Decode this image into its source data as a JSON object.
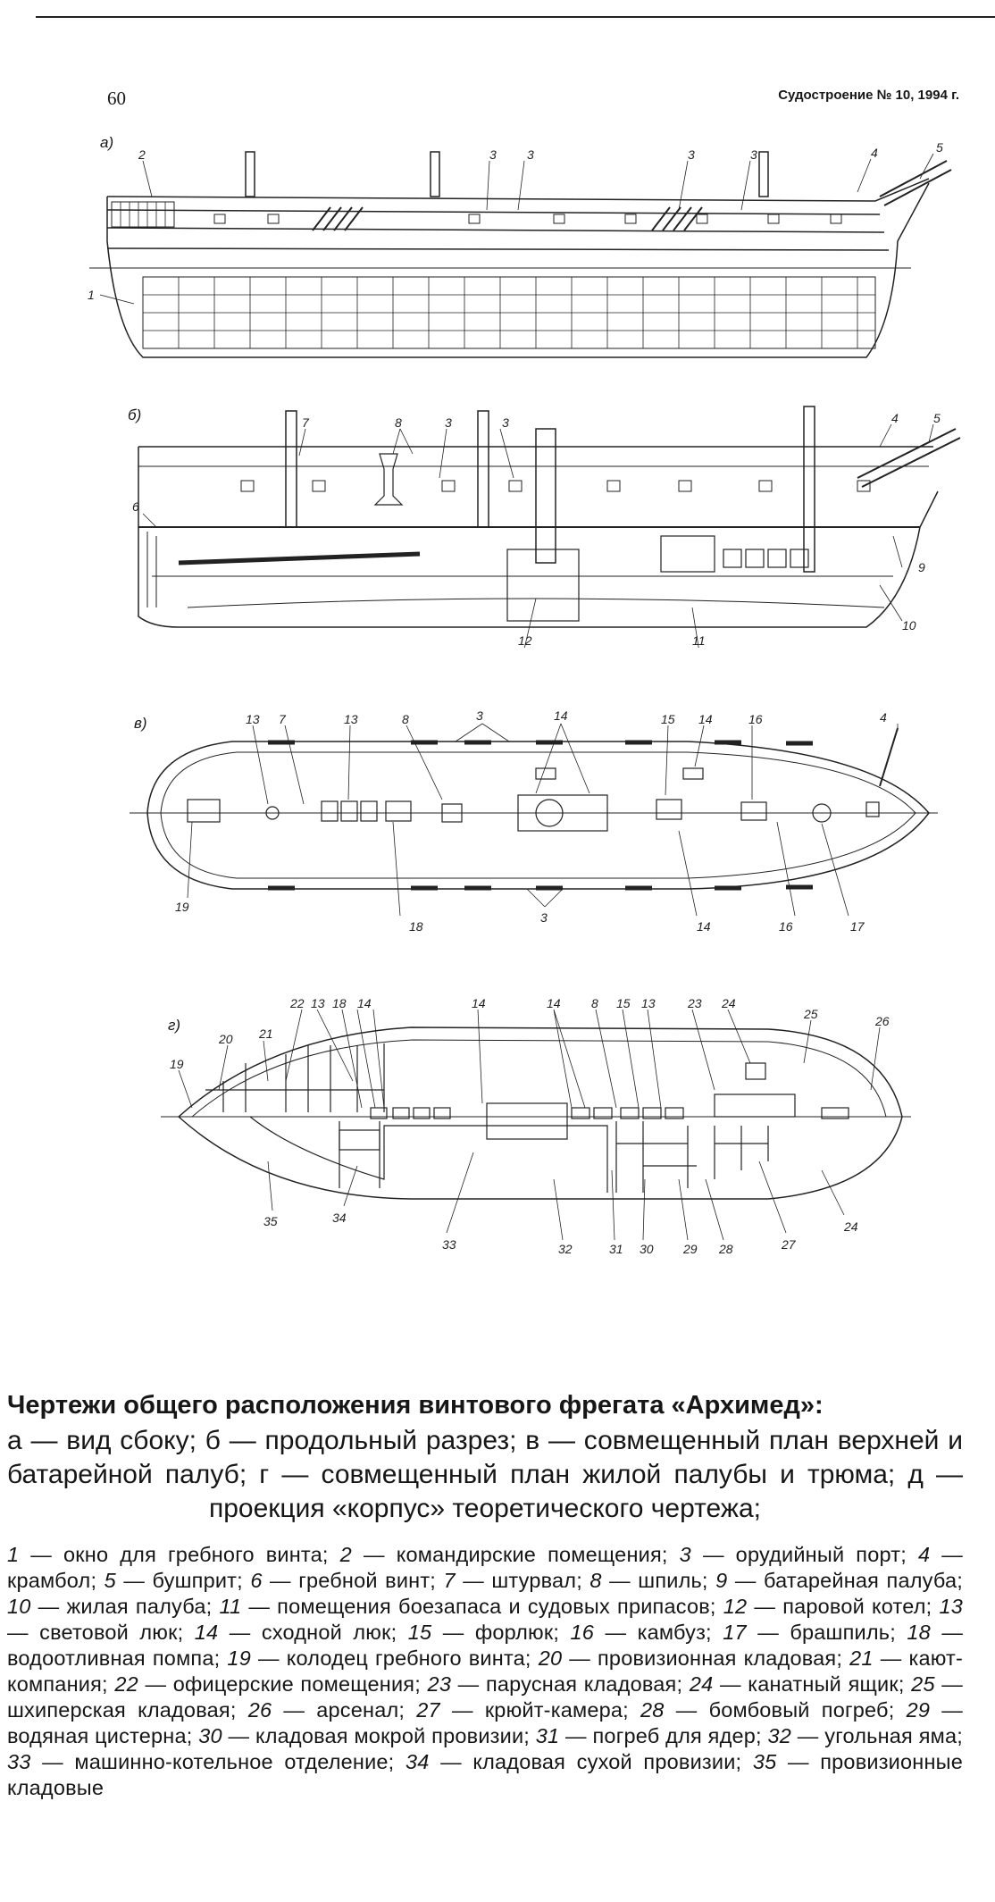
{
  "header": {
    "page_number": "60",
    "journal": "Судостроение № 10, 1994 г."
  },
  "figures": {
    "a": {
      "label": "а)",
      "callouts": [
        "1",
        "2",
        "3",
        "3",
        "3",
        "3",
        "4",
        "5"
      ]
    },
    "b": {
      "label": "б)",
      "callouts": [
        "7",
        "8",
        "3",
        "3",
        "4",
        "5",
        "6",
        "9",
        "10",
        "11",
        "12"
      ]
    },
    "v": {
      "label": "в)",
      "callouts": [
        "13",
        "7",
        "13",
        "8",
        "3",
        "14",
        "15",
        "14",
        "16",
        "4",
        "19",
        "18",
        "3",
        "14",
        "16",
        "17"
      ]
    },
    "g": {
      "label": "г)",
      "callouts": [
        "22",
        "13",
        "18",
        "14",
        "14",
        "14",
        "8",
        "15",
        "13",
        "23",
        "24",
        "25",
        "26",
        "21",
        "20",
        "19",
        "35",
        "34",
        "33",
        "32",
        "31",
        "30",
        "29",
        "28",
        "27",
        "24"
      ]
    }
  },
  "caption": {
    "title": "Чертежи общего расположения винтового фрегата «Архимед»:",
    "subtitle": "а — вид сбоку; б — продольный разрез; в — совмещенный план верхней и батарейной палуб; г — совмещенный план жилой палубы и трюма; д — проекция «корпус» теоретического чертежа;"
  },
  "legend": [
    {
      "num": "1",
      "text": "окно для гребного винта;"
    },
    {
      "num": "2",
      "text": "командирские помещения;"
    },
    {
      "num": "3",
      "text": "орудийный порт;"
    },
    {
      "num": "4",
      "text": "крамбол;"
    },
    {
      "num": "5",
      "text": "бушприт;"
    },
    {
      "num": "6",
      "text": "гребной винт;"
    },
    {
      "num": "7",
      "text": "штурвал;"
    },
    {
      "num": "8",
      "text": "шпиль;"
    },
    {
      "num": "9",
      "text": "батарейная палуба;"
    },
    {
      "num": "10",
      "text": "жилая палуба;"
    },
    {
      "num": "11",
      "text": "помещения боезапаса и судовых припасов;"
    },
    {
      "num": "12",
      "text": "паровой котел;"
    },
    {
      "num": "13",
      "text": "световой люк;"
    },
    {
      "num": "14",
      "text": "сходной люк;"
    },
    {
      "num": "15",
      "text": "форлюк;"
    },
    {
      "num": "16",
      "text": "камбуз;"
    },
    {
      "num": "17",
      "text": "брашпиль;"
    },
    {
      "num": "18",
      "text": "водоотливная помпа;"
    },
    {
      "num": "19",
      "text": "колодец гребного винта;"
    },
    {
      "num": "20",
      "text": "провизионная кладовая;"
    },
    {
      "num": "21",
      "text": "кают-компания;"
    },
    {
      "num": "22",
      "text": "офицерские помещения;"
    },
    {
      "num": "23",
      "text": "парусная кладовая;"
    },
    {
      "num": "24",
      "text": "канатный ящик;"
    },
    {
      "num": "25",
      "text": "шхиперская кладовая;"
    },
    {
      "num": "26",
      "text": "арсенал;"
    },
    {
      "num": "27",
      "text": "крюйт-камера;"
    },
    {
      "num": "28",
      "text": "бомбовый погреб;"
    },
    {
      "num": "29",
      "text": "водяная цистерна;"
    },
    {
      "num": "30",
      "text": "кладовая мокрой провизии;"
    },
    {
      "num": "31",
      "text": "погреб для ядер;"
    },
    {
      "num": "32",
      "text": "угольная яма;"
    },
    {
      "num": "33",
      "text": "машинно-котельное отделение;"
    },
    {
      "num": "34",
      "text": "кладовая сухой провизии;"
    },
    {
      "num": "35",
      "text": "провизионные кладовые"
    }
  ]
}
